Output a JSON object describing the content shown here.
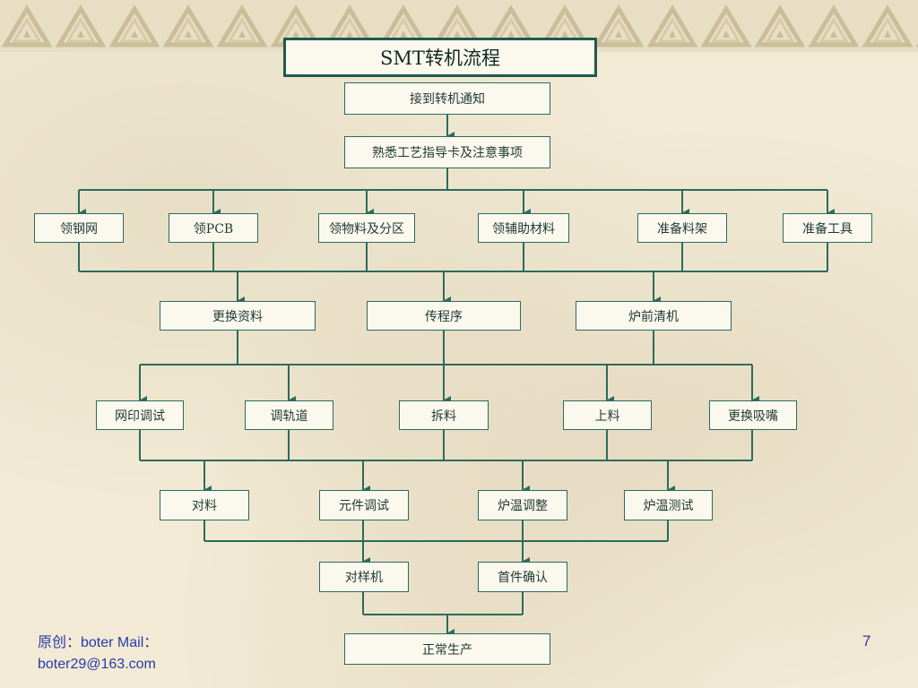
{
  "title": "SMT转机流程",
  "nodes": {
    "n1": "接到转机通知",
    "n2": "熟悉工艺指导卡及注意事项",
    "r3_1": "领钢网",
    "r3_2": "领PCB",
    "r3_3": "领物料及分区",
    "r3_4": "领辅助材料",
    "r3_5": "准备料架",
    "r3_6": "准备工具",
    "r4_1": "更换资料",
    "r4_2": "传程序",
    "r4_3": "炉前清机",
    "r5_1": "网印调试",
    "r5_2": "调轨道",
    "r5_3": "拆料",
    "r5_4": "上料",
    "r5_5": "更换吸嘴",
    "r6_1": "对料",
    "r6_2": "元件调试",
    "r6_3": "炉温调整",
    "r6_4": "炉温测试",
    "r7_1": "对样机",
    "r7_2": "首件确认",
    "r8": "正常生产"
  },
  "footer": {
    "author": "原创：boter   Mail：boter29@163.com",
    "page": "7"
  },
  "colors": {
    "line": "#2b6b5c",
    "title_border": "#1f5a4c",
    "footer_text": "#2a3aa8"
  }
}
